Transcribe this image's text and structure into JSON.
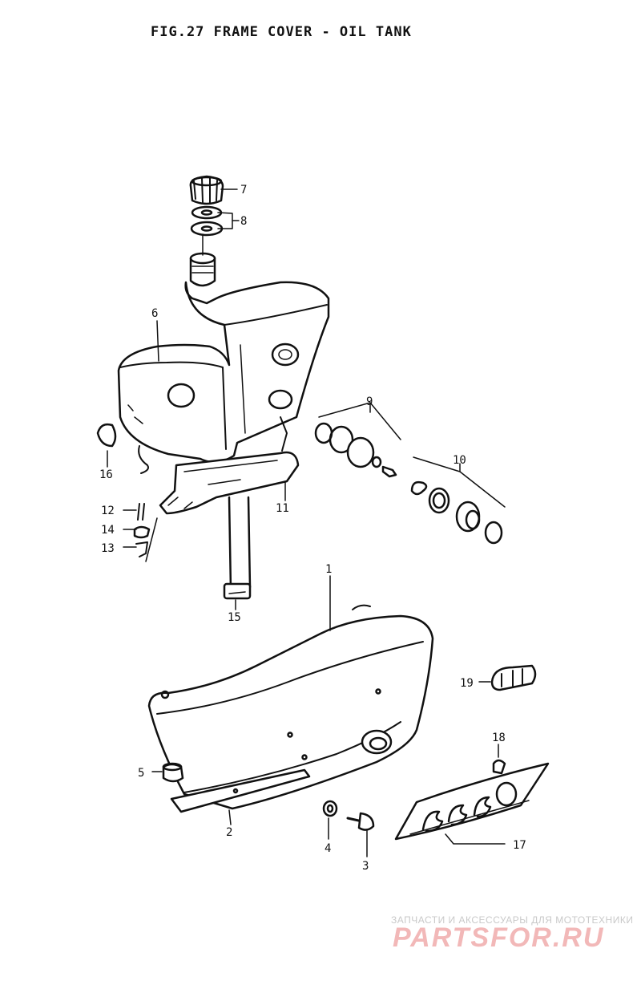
{
  "title": "FIG.27  FRAME COVER - OIL TANK",
  "part_labels": [
    {
      "id": "p1",
      "text": "1"
    },
    {
      "id": "p2",
      "text": "2"
    },
    {
      "id": "p3",
      "text": "3"
    },
    {
      "id": "p4",
      "text": "4"
    },
    {
      "id": "p5",
      "text": "5"
    },
    {
      "id": "p6",
      "text": "6"
    },
    {
      "id": "p7",
      "text": "7"
    },
    {
      "id": "p8",
      "text": "8"
    },
    {
      "id": "p9",
      "text": "9"
    },
    {
      "id": "p10",
      "text": "10"
    },
    {
      "id": "p11",
      "text": "11"
    },
    {
      "id": "p12",
      "text": "12"
    },
    {
      "id": "p13",
      "text": "13"
    },
    {
      "id": "p14",
      "text": "14"
    },
    {
      "id": "p15",
      "text": "15"
    },
    {
      "id": "p16",
      "text": "16"
    },
    {
      "id": "p17",
      "text": "17"
    },
    {
      "id": "p18",
      "text": "18"
    },
    {
      "id": "p19",
      "text": "19"
    }
  ],
  "watermark": {
    "tagline": "ЗАПЧАСТИ И АКСЕССУАРЫ ДЛЯ МОТОТЕХНИКИ",
    "logo": "PARTSFOR.RU",
    "logo_color": "#f2b8b8"
  },
  "colors": {
    "ink": "#111111",
    "background": "#ffffff"
  }
}
